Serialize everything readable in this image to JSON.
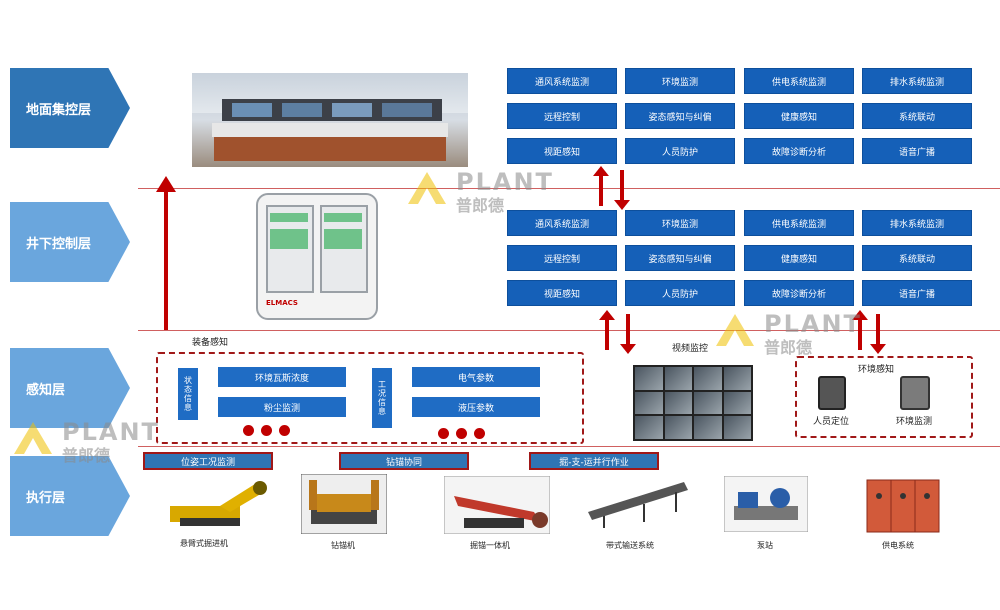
{
  "layers": [
    {
      "label": "地面集控层",
      "style": "dark"
    },
    {
      "label": "井下控制层",
      "style": "light"
    },
    {
      "label": "感知层",
      "style": "light"
    },
    {
      "label": "执行层",
      "style": "light"
    }
  ],
  "ground_grid": [
    [
      "通风系统监测",
      "环境监测",
      "供电系统监测",
      "排水系统监测"
    ],
    [
      "远程控制",
      "姿态感知与纠偏",
      "健康感知",
      "系统联动"
    ],
    [
      "视距感知",
      "人员防护",
      "故障诊断分析",
      "语音广播"
    ]
  ],
  "underground_grid": [
    [
      "通风系统监测",
      "环境监测",
      "供电系统监测",
      "排水系统监测"
    ],
    [
      "远程控制",
      "姿态感知与纠偏",
      "健康感知",
      "系统联动"
    ],
    [
      "视距感知",
      "人员防护",
      "故障诊断分析",
      "语音广播"
    ]
  ],
  "cabinet_brand": "ELMACS",
  "perception": {
    "equipment_title": "装备感知",
    "status_label": "状态信息",
    "status_items": [
      "环境瓦斯浓度",
      "粉尘监测"
    ],
    "condition_label": "工况信息",
    "condition_items": [
      "电气参数",
      "液压参数"
    ],
    "video_label": "视频监控",
    "env_title": "环境感知",
    "env_devices": [
      "人员定位",
      "环境监测"
    ]
  },
  "execution": {
    "tags": [
      "位姿工况监测",
      "钻锚协同",
      "掘-支-运并行作业"
    ],
    "machines": [
      "悬臂式掘进机",
      "钻锚机",
      "掘锚一体机",
      "带式输送系统",
      "泵站",
      "供电系统"
    ]
  },
  "watermark": {
    "brand": "PLANT",
    "cn": "普郎德"
  },
  "colors": {
    "primary": "#1560b8",
    "accent_red": "#c00000",
    "layer_blue": "#2f75b5"
  }
}
